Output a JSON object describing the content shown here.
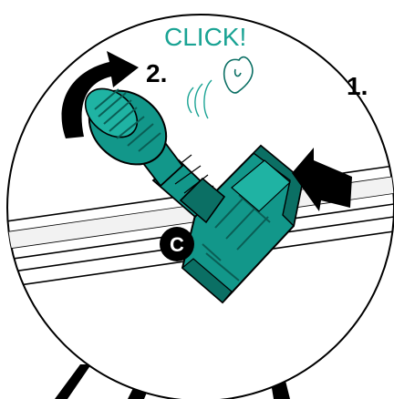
{
  "labels": {
    "click_sound": "CLICK!",
    "step_two": "2.",
    "step_one": "1.",
    "part_c": "C"
  },
  "colors": {
    "part_teal": "#12978a",
    "part_teal_dark": "#0b6f64",
    "part_teal_light": "#1fb3a3",
    "click_text": "#1aa394",
    "outline": "#000000",
    "background": "#ffffff"
  },
  "icons": [
    "rotate-arrow-icon",
    "push-arrow-icon",
    "ear-icon",
    "sound-waves-icon"
  ]
}
